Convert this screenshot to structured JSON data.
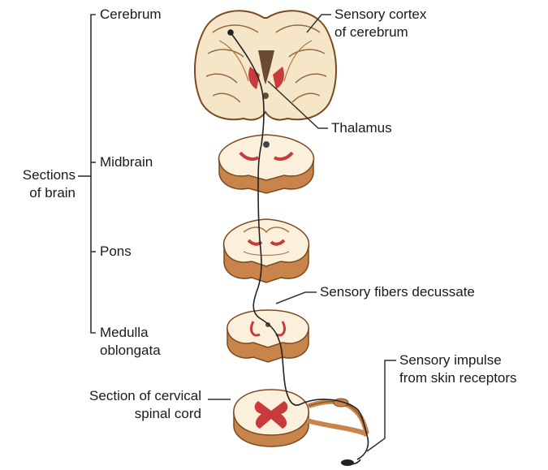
{
  "bracket_group_label": "Sections of brain",
  "sections": {
    "cerebrum": "Cerebrum",
    "midbrain": "Midbrain",
    "pons": "Pons",
    "medulla_line1": "Medulla",
    "medulla_line2": "oblongata"
  },
  "callouts": {
    "sensory_cortex_line1": "Sensory cortex",
    "sensory_cortex_line2": "of cerebrum",
    "thalamus": "Thalamus",
    "decussate": "Sensory fibers decussate",
    "impulse_line1": "Sensory impulse",
    "impulse_line2": "from skin receptors",
    "cervical_line1": "Section of cervical",
    "cervical_line2": "spinal cord",
    "sections_line1": "Sections",
    "sections_line2": "of brain"
  },
  "colors": {
    "tissue_light": "#fbf0dc",
    "tissue_edge": "#8a4e20",
    "tissue_side": "#c8844a",
    "gray_matter": "#c83a3c",
    "pathway": "#222222"
  }
}
